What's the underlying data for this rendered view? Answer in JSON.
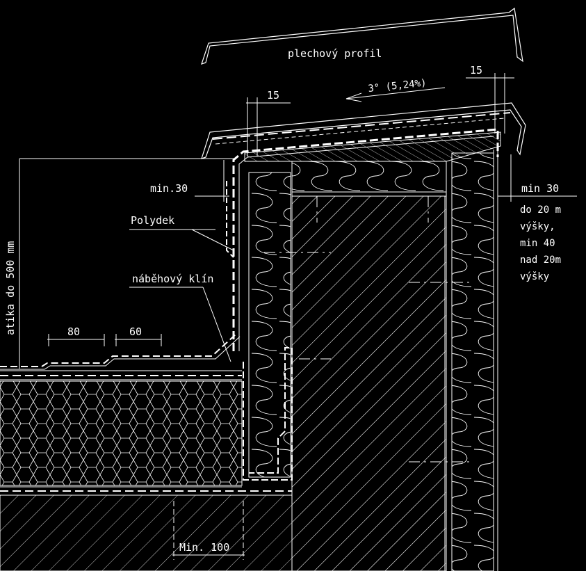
{
  "labels": {
    "profile": "plechový profil",
    "slope": "3° (5,24%)",
    "dim_15_left": "15",
    "dim_15_right": "15",
    "min30_left": "min.30",
    "min30_right": "min  30",
    "polydek": "Polydek",
    "nabehovy_klin": "náběhový klín",
    "atika": "atika do 500 mm",
    "dim_80": "80",
    "dim_60": "60",
    "min100": "Min. 100",
    "note_line1": "do 20 m",
    "note_line2": "výšky,",
    "note_line3": "min 40",
    "note_line4": "nad 20m",
    "note_line5": "výšky"
  },
  "colors": {
    "background": "#000000",
    "line": "#ffffff"
  }
}
